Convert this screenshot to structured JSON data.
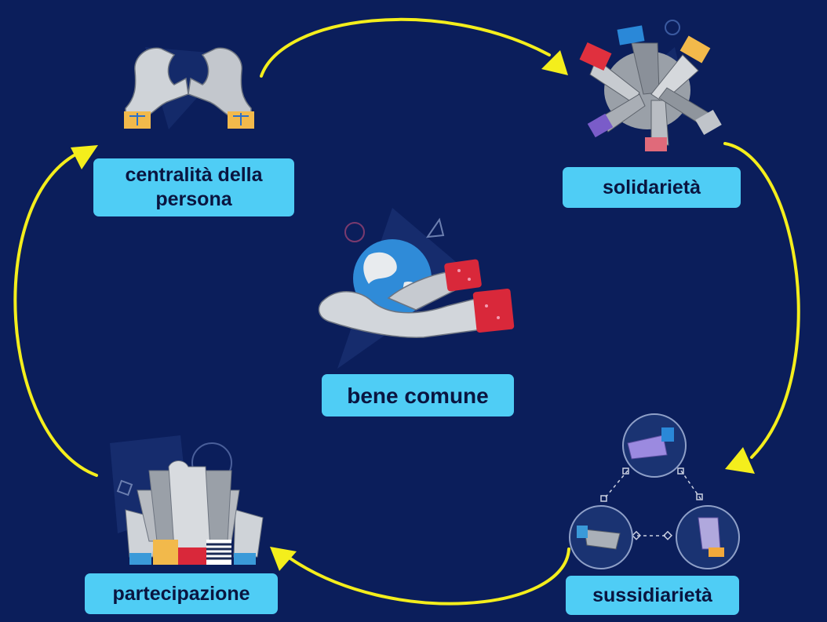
{
  "nodes": {
    "centralita": "centralità della persona",
    "solidarieta": "solidarietà",
    "bene_comune": "bene comune",
    "partecipazione": "partecipazione",
    "sussidiarieta": "sussidiarietà"
  },
  "colors": {
    "background": "#0b1e5b",
    "label_fill": "#4fcdf5",
    "label_text": "#0a1540",
    "arrow": "#f4ee1c"
  },
  "icons": {
    "centralita": "heart-hands-icon",
    "solidarieta": "stacked-hands-icon",
    "bene_comune": "hands-holding-globe-icon",
    "partecipazione": "raised-hands-icon",
    "sussidiarieta": "three-hands-network-icon"
  }
}
